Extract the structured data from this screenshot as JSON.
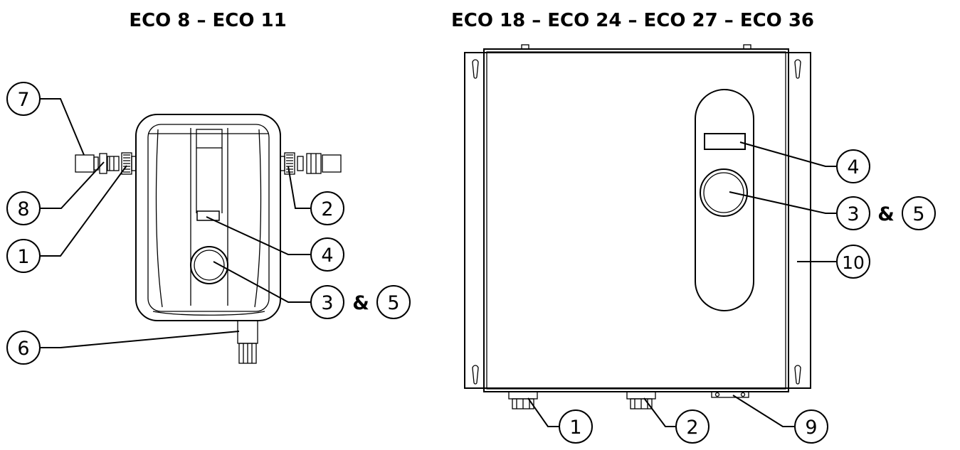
{
  "titles": {
    "left": "ECO 8 – ECO 11",
    "right": "ECO 18 – ECO 24 – ECO 27 – ECO 36"
  },
  "callouts_left": {
    "c7": "7",
    "c8": "8",
    "c1": "1",
    "c2": "2",
    "c4": "4",
    "c3": "3",
    "amp": "&",
    "c5": "5",
    "c6": "6"
  },
  "callouts_right": {
    "c4": "4",
    "c3": "3",
    "amp": "&",
    "c5": "5",
    "c10": "10",
    "c1": "1",
    "c2": "2",
    "c9": "9"
  }
}
